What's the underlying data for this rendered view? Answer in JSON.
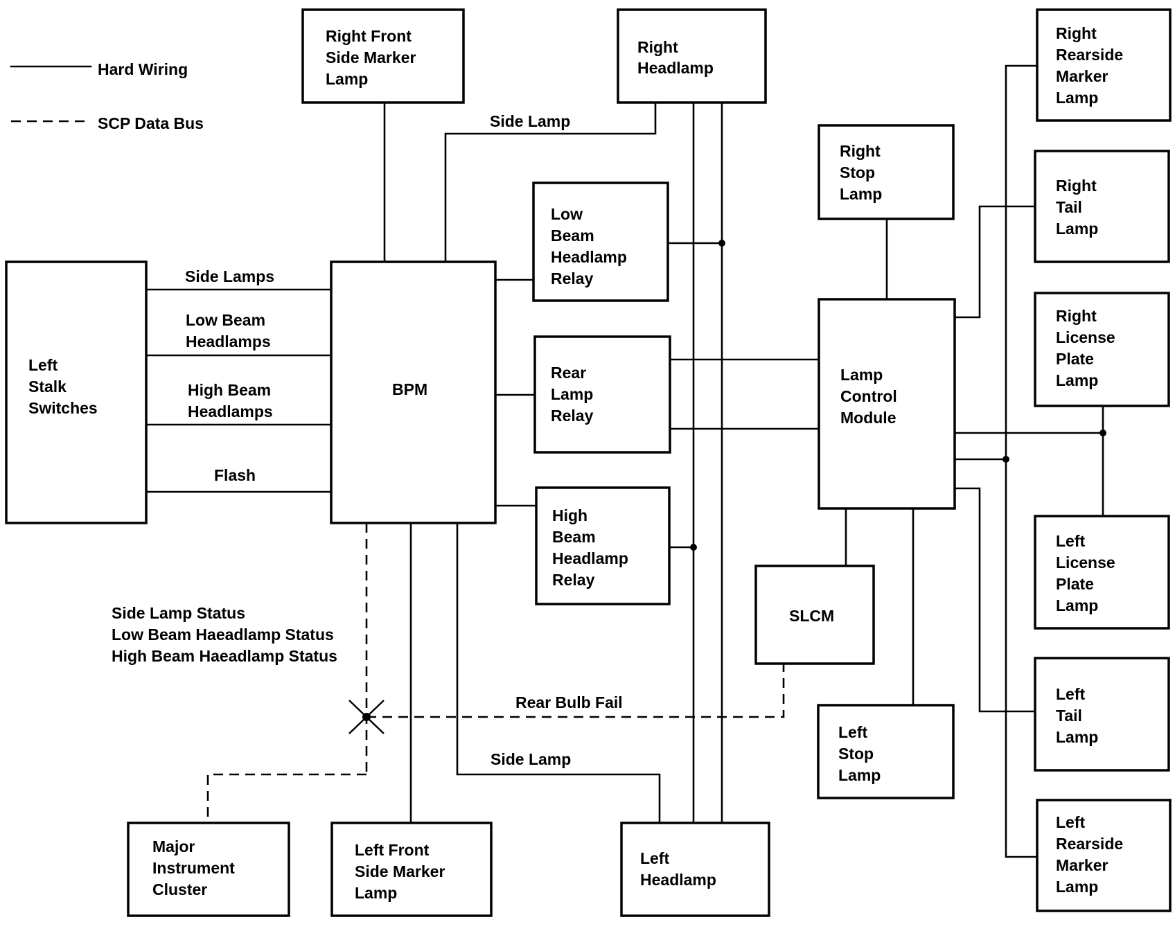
{
  "legend": {
    "hard_wiring": "Hard Wiring",
    "scp_data_bus": "SCP Data Bus"
  },
  "components": {
    "right_front_side_marker_lamp": [
      "Right Front",
      "Side Marker",
      "Lamp"
    ],
    "right_headlamp": [
      "Right",
      "Headlamp"
    ],
    "right_stop_lamp": [
      "Right",
      "Stop",
      "Lamp"
    ],
    "right_rearside_marker_lamp": [
      "Right",
      "Rearside",
      "Marker",
      "Lamp"
    ],
    "right_tail_lamp": [
      "Right",
      "Tail",
      "Lamp"
    ],
    "right_license_plate_lamp": [
      "Right",
      "License",
      "Plate",
      "Lamp"
    ],
    "left_stalk_switches": [
      "Left",
      "Stalk",
      "Switches"
    ],
    "bpm": [
      "BPM"
    ],
    "low_beam_headlamp_relay": [
      "Low",
      "Beam",
      "Headlamp",
      "Relay"
    ],
    "rear_lamp_relay": [
      "Rear",
      "Lamp",
      "Relay"
    ],
    "high_beam_headlamp_relay": [
      "High",
      "Beam",
      "Headlamp",
      "Relay"
    ],
    "lamp_control_module": [
      "Lamp",
      "Control",
      "Module"
    ],
    "slcm": [
      "SLCM"
    ],
    "left_license_plate_lamp": [
      "Left",
      "License",
      "Plate",
      "Lamp"
    ],
    "left_tail_lamp": [
      "Left",
      "Tail",
      "Lamp"
    ],
    "left_stop_lamp": [
      "Left",
      "Stop",
      "Lamp"
    ],
    "left_rearside_marker_lamp": [
      "Left",
      "Rearside",
      "Marker",
      "Lamp"
    ],
    "major_instrument_cluster": [
      "Major",
      "Instrument",
      "Cluster"
    ],
    "left_front_side_marker_lamp": [
      "Left Front",
      "Side Marker",
      "Lamp"
    ],
    "left_headlamp": [
      "Left",
      "Headlamp"
    ]
  },
  "wire_labels": {
    "side_lamp_top": "Side Lamp",
    "side_lamps": "Side Lamps",
    "low_beam_headlamps": [
      "Low Beam",
      "Headlamps"
    ],
    "high_beam_headlamps": [
      "High Beam",
      "Headlamps"
    ],
    "flash": "Flash",
    "status_block": [
      "Side Lamp Status",
      "Low Beam Haeadlamp Status",
      "High Beam Haeadlamp Status"
    ],
    "rear_bulb_fail": "Rear Bulb Fail",
    "side_lamp_bottom": "Side Lamp"
  }
}
